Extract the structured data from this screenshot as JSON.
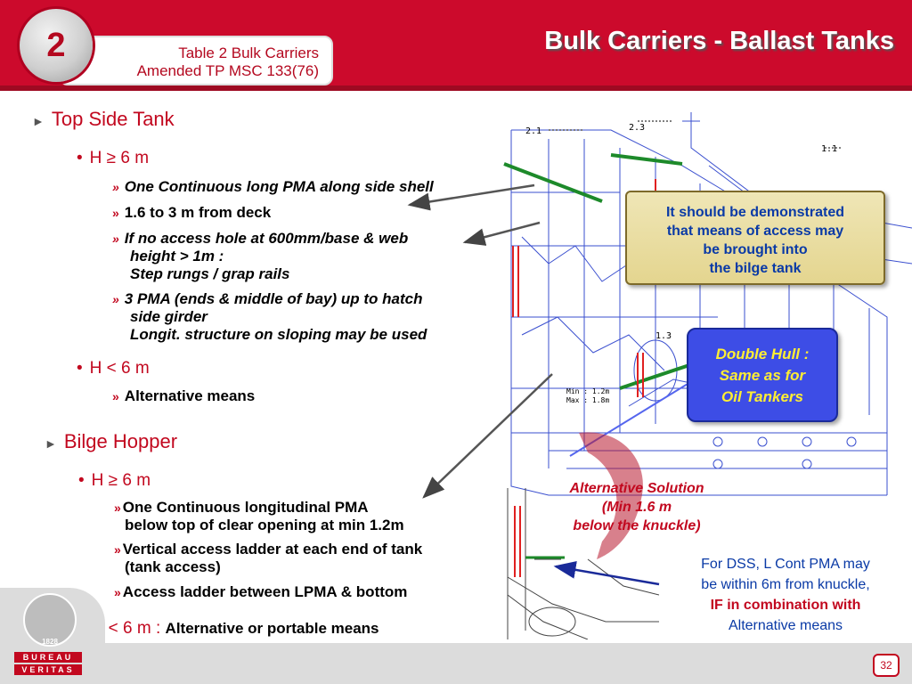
{
  "header": {
    "chapter_number": "2",
    "subtitle_line1": "Table 2 Bulk Carriers",
    "subtitle_line2": "Amended TP MSC 133(76)",
    "title": "Bulk Carriers - Ballast Tanks"
  },
  "top_side_tank": {
    "heading": "Top Side Tank",
    "h_ge_6": {
      "label": "H ≥ 6 m",
      "items": [
        {
          "lines": [
            "One Continuous long PMA along side shell"
          ],
          "italic": true
        },
        {
          "lines": [
            "1.6 to 3 m from deck"
          ],
          "italic": false
        },
        {
          "lines": [
            "If no access hole at 600mm/base & web",
            "height > 1m :",
            "Step rungs  / grap rails"
          ],
          "italic": true
        },
        {
          "lines": [
            "3 PMA (ends & middle of bay) up to hatch",
            "side girder",
            "Longit. structure on sloping may be used"
          ],
          "italic": true
        }
      ]
    },
    "h_lt_6": {
      "label": "H < 6 m",
      "items": [
        {
          "lines": [
            "Alternative means"
          ],
          "italic": false
        }
      ]
    }
  },
  "bilge_hopper": {
    "heading": "Bilge Hopper",
    "h_ge_6": {
      "label": "H ≥ 6 m",
      "items": [
        {
          "lines": [
            "One Continuous longitudinal PMA",
            "below top of clear opening at min 1.2m"
          ]
        },
        {
          "lines": [
            "Vertical access ladder at each end of tank",
            "(tank access)"
          ]
        },
        {
          "lines": [
            "Access ladder between LPMA & bottom"
          ]
        }
      ]
    },
    "h_lt_6": {
      "label": "H < 6 m :",
      "text": "Alternative or portable means"
    }
  },
  "drawing_labels": {
    "l21": "2.1",
    "l23": "2.3",
    "l11": "1.1",
    "l13": "1.3",
    "min": "Min : 1.2m",
    "max": "Max : 1.8m"
  },
  "callouts": {
    "scroll": [
      "It should be demonstrated",
      "that means of access may",
      "be brought into",
      "the bilge tank"
    ],
    "double_hull": [
      "Double Hull :",
      "Same as for",
      "Oil Tankers"
    ],
    "alternative_solution": [
      "Alternative Solution",
      "(Min 1.6 m",
      "below the knuckle)"
    ],
    "dss": {
      "line1": "For DSS, L Cont PMA may",
      "line2": "be within 6m from knuckle,",
      "line3": "IF in combination with",
      "line4": "Alternative means"
    }
  },
  "footer": {
    "logo_line1": "BUREAU",
    "logo_line2": "VERITAS",
    "logo_year": "1828",
    "page_number": "32"
  },
  "colors": {
    "brand_red": "#cc0a2c",
    "callout_blue": "#3d4de6",
    "scroll_gold": "#e8dca0"
  }
}
